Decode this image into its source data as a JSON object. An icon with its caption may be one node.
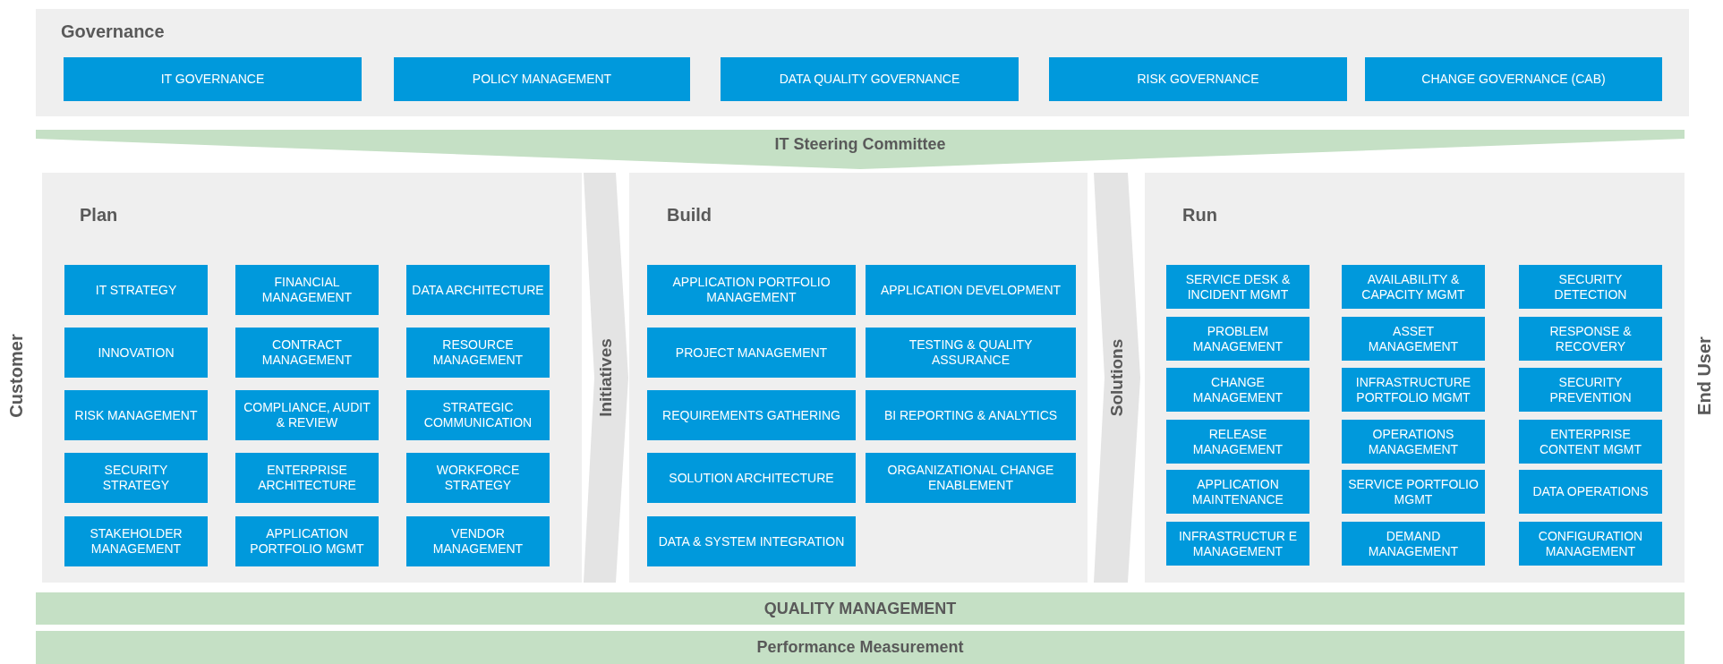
{
  "diagram": {
    "nodes": [
      {
        "text": [
          "Governance"
        ]
      },
      {
        "text": [
          "IT GOVERNANCE"
        ],
        "in": 0
      },
      {
        "text": [
          "POLICY MANAGEMENT"
        ],
        "in": 0
      },
      {
        "text": [
          "DATA QUALITY GOVERNANCE"
        ],
        "in": 0
      },
      {
        "text": [
          "RISK GOVERNANCE"
        ],
        "in": 0
      },
      {
        "text": [
          "CHANGE GOVERNANCE (CAB)"
        ],
        "in": 0
      },
      {
        "text": [
          "IT Steering Committee"
        ]
      },
      {
        "text": [
          "Plan"
        ]
      },
      {
        "text": [
          "IT STRATEGY"
        ],
        "in": 7
      },
      {
        "text": [
          "FINANCIAL MANAGEMENT"
        ],
        "in": 7
      },
      {
        "text": [
          "DATA ARCHITECTURE"
        ],
        "in": 7
      },
      {
        "text": [
          "INNOVATION"
        ],
        "in": 7
      },
      {
        "text": [
          "CONTRACT MANAGEMENT"
        ],
        "in": 7
      },
      {
        "text": [
          "RESOURCE MANAGEMENT"
        ],
        "in": 7
      },
      {
        "text": [
          "RISK MANAGEMENT"
        ],
        "in": 7
      },
      {
        "text": [
          "COMPLIANCE, AUDIT & REVIEW"
        ],
        "in": 7
      },
      {
        "text": [
          "STRATEGIC COMMUNICATION"
        ],
        "in": 7
      },
      {
        "text": [
          "SECURITY STRATEGY"
        ],
        "in": 7
      },
      {
        "text": [
          "ENTERPRISE ARCHITECTURE"
        ],
        "in": 7
      },
      {
        "text": [
          "WORKFORCE STRATEGY"
        ],
        "in": 7
      },
      {
        "text": [
          "STAKEHOLDER MANAGEMENT"
        ],
        "in": 7
      },
      {
        "text": [
          "APPLICATION PORTFOLIO MGMT"
        ],
        "in": 7
      },
      {
        "text": [
          "VENDOR MANAGEMENT"
        ],
        "in": 7
      },
      {
        "text": [
          "Initiatives"
        ]
      },
      {
        "text": [
          "Build"
        ]
      },
      {
        "text": [
          "APPLICATION PORTFOLIO MANAGEMENT"
        ],
        "in": 24
      },
      {
        "text": [
          "APPLICATION DEVELOPMENT"
        ],
        "in": 24
      },
      {
        "text": [
          "PROJECT MANAGEMENT"
        ],
        "in": 24
      },
      {
        "text": [
          "TESTING & QUALITY ASSURANCE"
        ],
        "in": 24
      },
      {
        "text": [
          "REQUIREMENTS GATHERING"
        ],
        "in": 24
      },
      {
        "text": [
          "BI REPORTING & ANALYTICS"
        ],
        "in": 24
      },
      {
        "text": [
          "SOLUTION ARCHITECTURE"
        ],
        "in": 24
      },
      {
        "text": [
          "ORGANIZATIONAL CHANGE ENABLEMENT"
        ],
        "in": 24
      },
      {
        "text": [
          "DATA & SYSTEM INTEGRATION"
        ],
        "in": 24
      },
      {
        "text": [
          "Solutions"
        ]
      },
      {
        "text": [
          "Run"
        ]
      },
      {
        "text": [
          "SERVICE DESK & INCIDENT MGMT"
        ],
        "in": 35
      },
      {
        "text": [
          "AVAILABILITY & CAPACITY MGMT"
        ],
        "in": 35
      },
      {
        "text": [
          "SECURITY DETECTION"
        ],
        "in": 35
      },
      {
        "text": [
          "PROBLEM MANAGEMENT"
        ],
        "in": 35
      },
      {
        "text": [
          "ASSET MANAGEMENT"
        ],
        "in": 35
      },
      {
        "text": [
          "RESPONSE & RECOVERY"
        ],
        "in": 35
      },
      {
        "text": [
          "CHANGE MANAGEMENT"
        ],
        "in": 35
      },
      {
        "text": [
          "INFRASTRUCTURE PORTFOLIO MGMT"
        ],
        "in": 35
      },
      {
        "text": [
          "SECURITY PREVENTION"
        ],
        "in": 35
      },
      {
        "text": [
          "RELEASE MANAGEMENT"
        ],
        "in": 35
      },
      {
        "text": [
          "OPERATIONS MANAGEMENT"
        ],
        "in": 35
      },
      {
        "text": [
          "ENTERPRISE CONTENT MGMT"
        ],
        "in": 35
      },
      {
        "text": [
          "APPLICATION MAINTENANCE"
        ],
        "in": 35
      },
      {
        "text": [
          "SERVICE PORTFOLIO MGMT"
        ],
        "in": 35
      },
      {
        "text": [
          "DATA OPERATIONS"
        ],
        "in": 35
      },
      {
        "text": [
          "INFRASTRUCTUR E MANAGEMENT"
        ],
        "in": 35
      },
      {
        "text": [
          "DEMAND MANAGEMENT"
        ],
        "in": 35
      },
      {
        "text": [
          "CONFIGURATION MANAGEMENT"
        ],
        "in": 35
      },
      {
        "text": [
          "QUALITY MANAGEMENT"
        ]
      },
      {
        "text": [
          "Performance Measurement"
        ]
      }
    ],
    "edges": [],
    "labels": [
      "Customer",
      "End User"
    ]
  }
}
